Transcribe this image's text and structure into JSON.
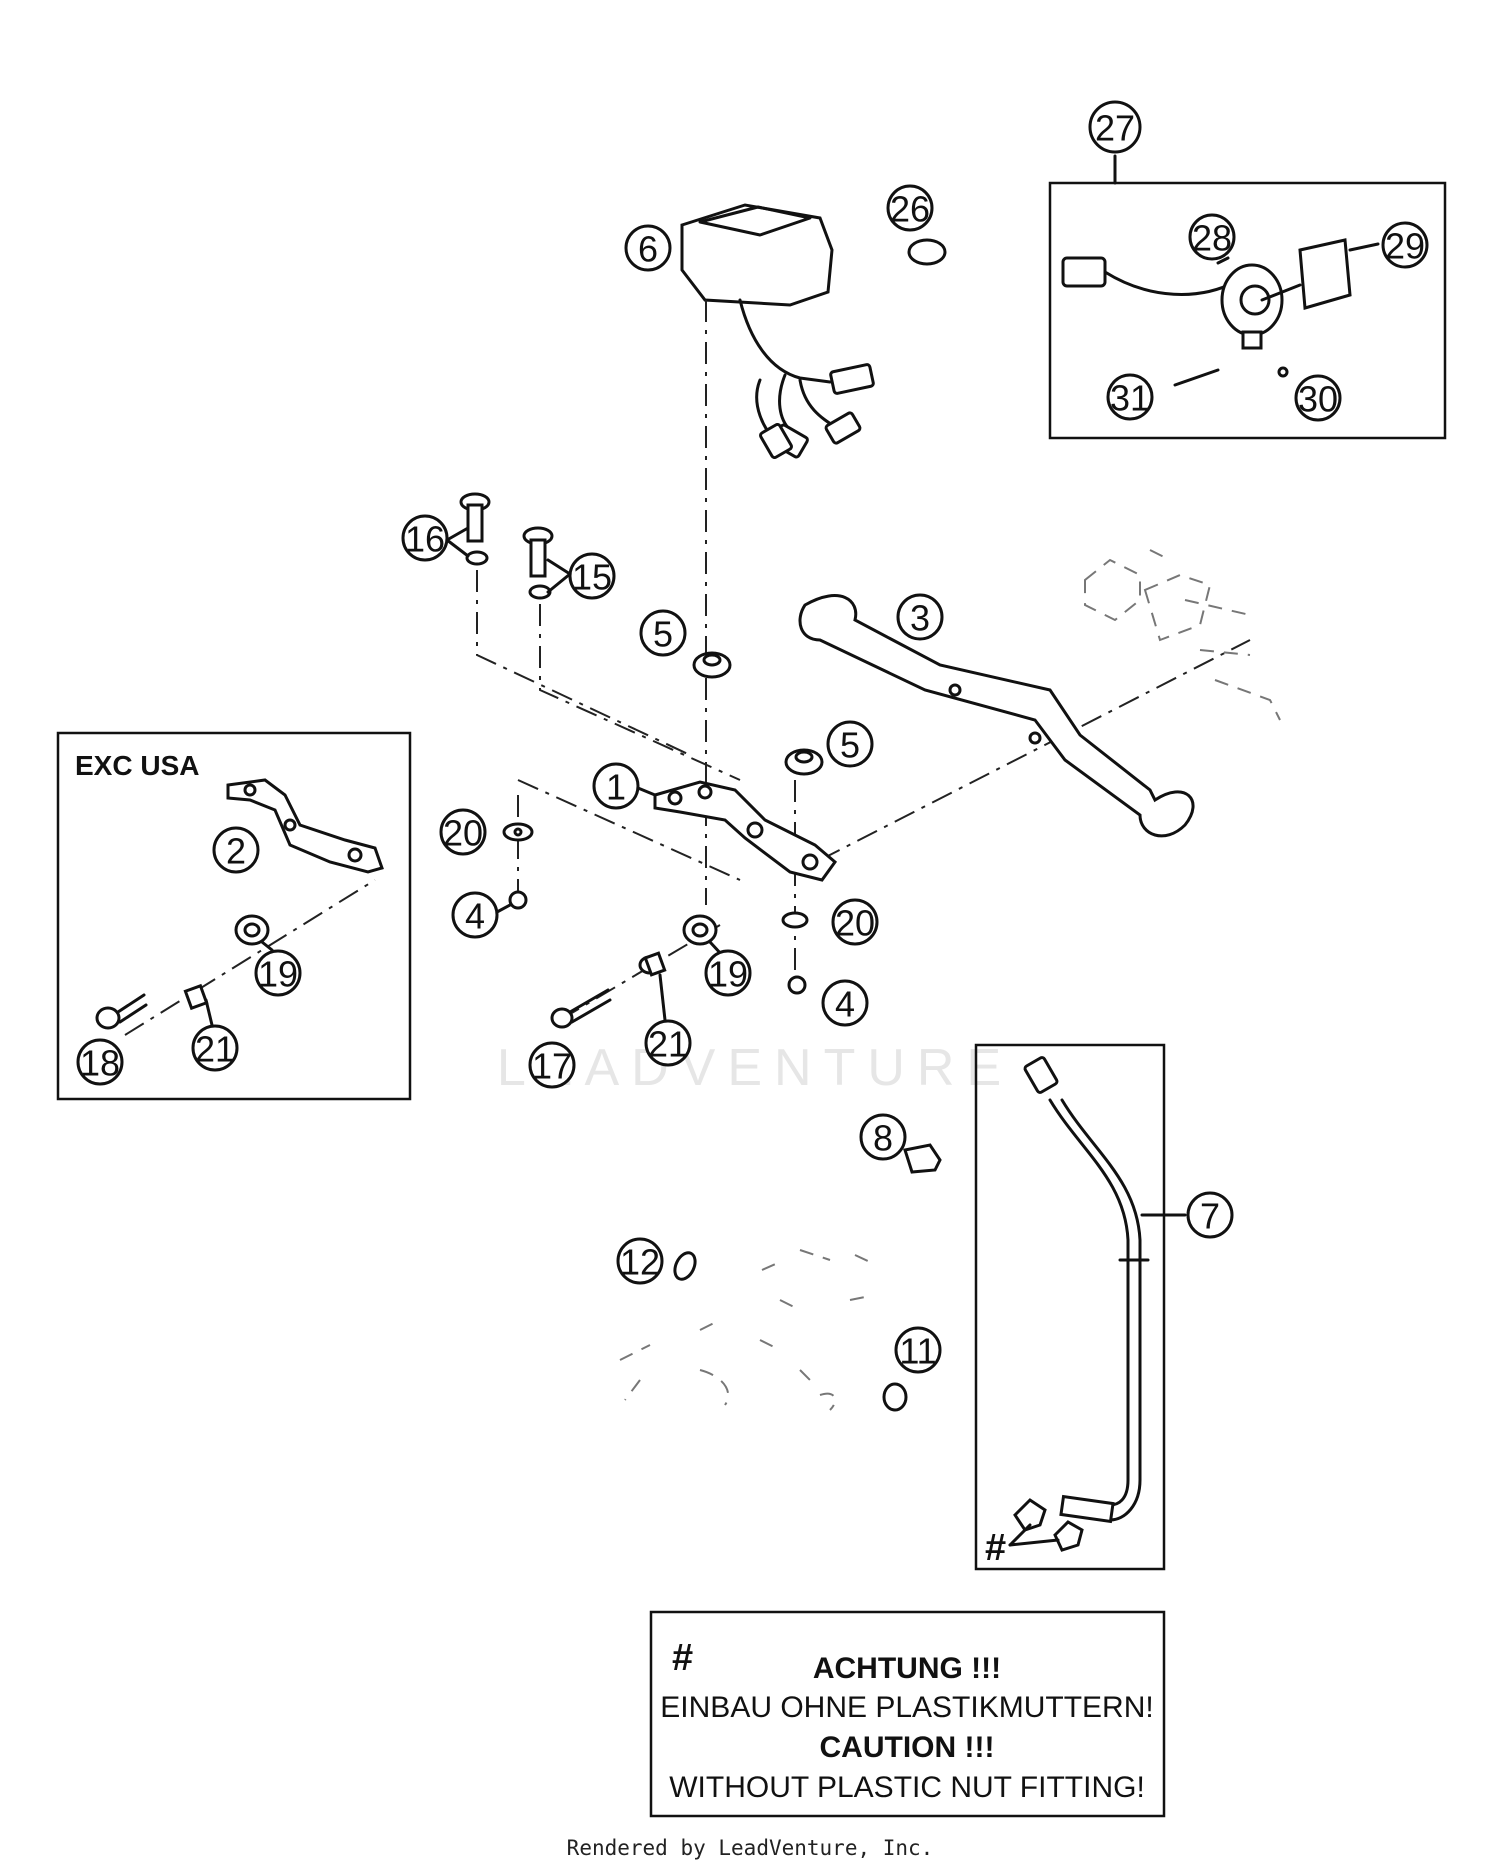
{
  "watermark": "LEADVENTURE",
  "callouts": [
    "1",
    "2",
    "3",
    "4",
    "4",
    "5",
    "5",
    "6",
    "7",
    "8",
    "11",
    "12",
    "15",
    "16",
    "17",
    "18",
    "19",
    "19",
    "20",
    "20",
    "21",
    "21",
    "26",
    "27",
    "28",
    "29",
    "30",
    "31"
  ],
  "boxes": {
    "exc_usa_title": "EXC USA"
  },
  "note": {
    "hash": "#",
    "line1": "ACHTUNG !!!",
    "line2": "EINBAU OHNE PLASTIKMUTTERN!",
    "line3": "CAUTION !!!",
    "line4": "WITHOUT PLASTIC NUT FITTING!"
  },
  "hash_marker": "#",
  "footer": "Rendered by LeadVenture, Inc."
}
